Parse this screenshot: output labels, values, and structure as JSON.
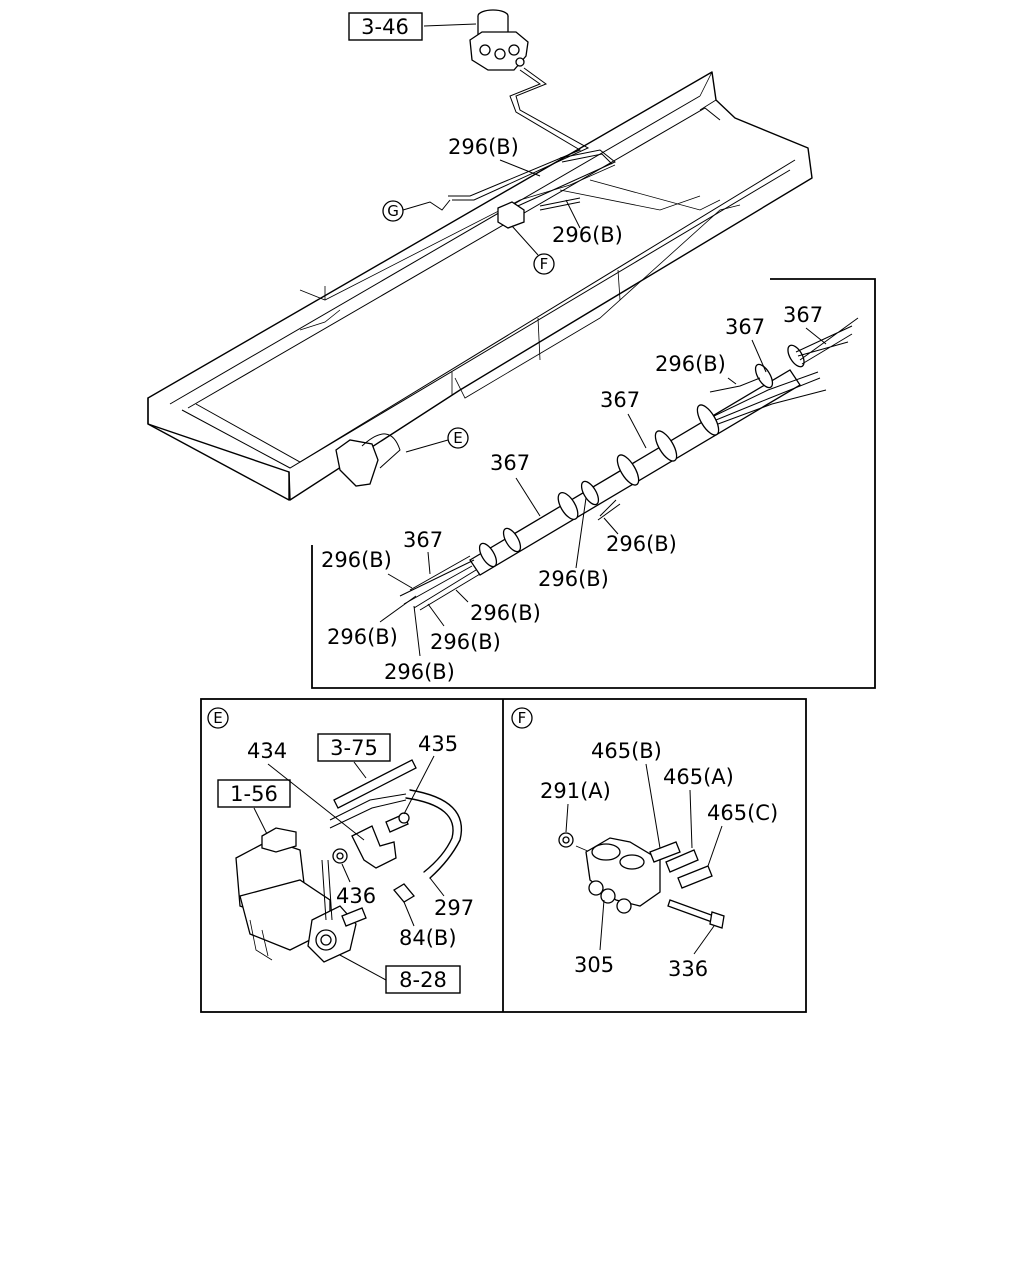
{
  "refs": {
    "ref_3_46": "3-46",
    "ref_3_75": "3-75",
    "ref_1_56": "1-56",
    "ref_8_28": "8-28"
  },
  "markers": {
    "E": "E",
    "F": "F",
    "G": "G"
  },
  "labels": {
    "frame_top_296b": "296(B)",
    "frame_mid_296b": "296(B)",
    "harness_367_a": "367",
    "harness_367_b": "367",
    "harness_367_c": "367",
    "harness_367_d": "367",
    "harness_367_e": "367",
    "harness_296b_1": "296(B)",
    "harness_296b_2": "296(B)",
    "harness_296b_3": "296(B)",
    "harness_296b_4": "296(B)",
    "harness_296b_5": "296(B)",
    "harness_296b_6": "296(B)",
    "harness_296b_7": "296(B)",
    "harness_296b_8": "296(B)",
    "e_434": "434",
    "e_435": "435",
    "e_436": "436",
    "e_297": "297",
    "e_84b": "84(B)",
    "f_465b": "465(B)",
    "f_465a": "465(A)",
    "f_465c": "465(C)",
    "f_291a": "291(A)",
    "f_305": "305",
    "f_336": "336"
  },
  "colors": {
    "line": "#000000",
    "background": "#ffffff"
  }
}
